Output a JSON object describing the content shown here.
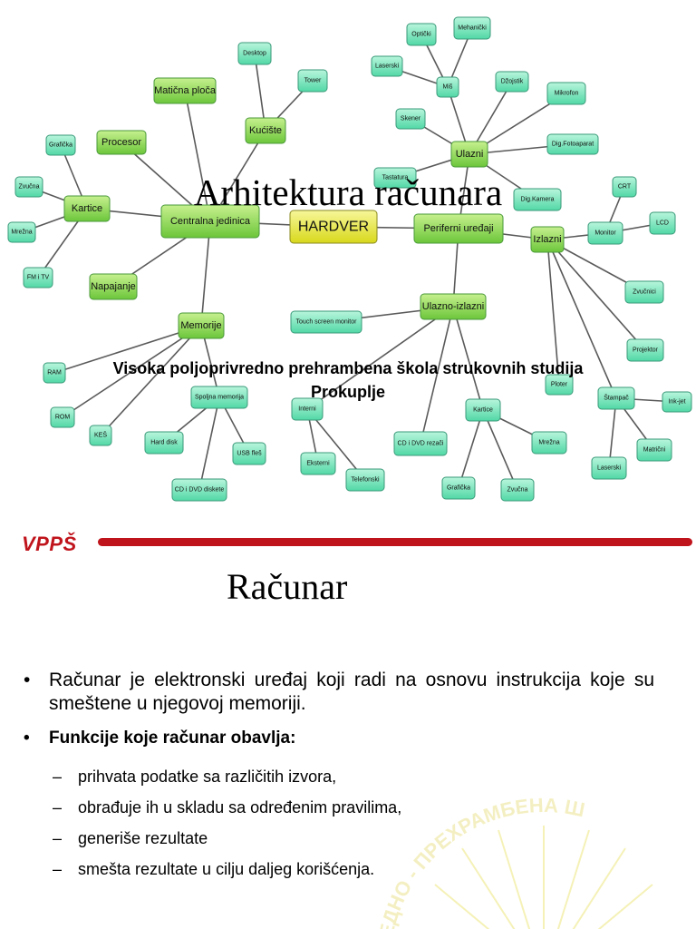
{
  "slide1": {
    "title": "Arhitektura računara",
    "subtitle_line1": "Visoka poljoprivredno prehrambena škola strukovnih studija",
    "subtitle_line2": "Prokuplje",
    "mindmap": {
      "hub": "HARDVER",
      "nodes": {
        "centralna": "Centralna jedinica",
        "periferni": "Periferni uređaji",
        "maticna": "Matična ploča",
        "procesor": "Procesor",
        "kuciste": "Kućište",
        "desktop": "Desktop",
        "tower": "Tower",
        "kartice": "Kartice",
        "graficka": "Grafička",
        "zvucna": "Zvučna",
        "mrezna": "Mrežna",
        "fmtv": "FM i TV",
        "napajanje": "Napajanje",
        "memorije": "Memorije",
        "ram": "RAM",
        "rom": "ROM",
        "kes": "KEŠ",
        "spoljna": "Spoljna memorija",
        "harddisk": "Hard disk",
        "usb": "USB fleš",
        "cddvd_diskete": "CD i DVD diskete",
        "ulazni": "Ulazni",
        "opticki": "Optički",
        "mehanicki": "Mehanički",
        "laserski_mis": "Laserski",
        "mis": "Miš",
        "dzojstik": "Džojstik",
        "mikrofon": "Mikrofon",
        "skener": "Skener",
        "digfoto": "Dig.Fotoaparat",
        "tastatura": "Tastatura",
        "digkamera": "Dig.Kamera",
        "izlazni": "Izlazni",
        "monitor": "Monitor",
        "crt": "CRT",
        "lcd": "LCD",
        "zvucnici": "Zvučnici",
        "projektor": "Projektor",
        "ploter": "Ploter",
        "stampac": "Štampač",
        "inkjet": "Ink-jet",
        "laserski_st": "Laserski",
        "matricni": "Matrični",
        "ulazno_izlazni": "Ulazno-izlazni",
        "touch": "Touch screen monitor",
        "interni": "Interni",
        "eksterni": "Eksterni",
        "telefonski": "Telefonski",
        "cddvd_rezaci": "CD i DVD rezači",
        "kartice2": "Kartice",
        "mrezna2": "Mrežna",
        "graficka2": "Grafička",
        "zvucna2": "Zvučna"
      }
    }
  },
  "slide2": {
    "logo": "VPPŠ",
    "title": "Računar",
    "bullet1": "Računar je elektronski uređaj koji radi na osnovu instrukcija koje su smeštene u njegovoj memoriji.",
    "bullet2": "Funkcije koje računar obavlja:",
    "sub_bullets": [
      "prihvata podatke sa različitih izvora,",
      "obrađuje ih u skladu sa određenim pravilima,",
      "generiše rezultate",
      "smešta rezultate u cilju daljeg korišćenja."
    ],
    "watermark_text": "ВРЕДНО - ПРЕХРАМБЕНА Ш"
  },
  "colors": {
    "accent_red": "#c0141c",
    "node_green": "#8fd65a",
    "node_teal": "#6fe0b8",
    "hub_yellow": "#e6e84a"
  }
}
